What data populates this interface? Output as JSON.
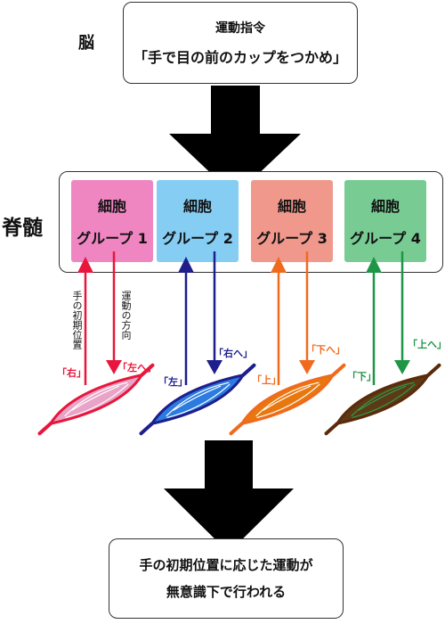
{
  "labels": {
    "brain": "脳",
    "spinal_cord": "脊髄"
  },
  "brain_box": {
    "line1": "運動指令",
    "line2": "「手で目の前のカップをつかめ」"
  },
  "groups": [
    {
      "line1": "細胞",
      "line2": "グループ 1",
      "color": "#ef86c2"
    },
    {
      "line1": "細胞",
      "line2": "グループ 2",
      "color": "#86cdf4"
    },
    {
      "line1": "細胞",
      "line2": "グループ 3",
      "color": "#f0988c"
    },
    {
      "line1": "細胞",
      "line2": "グループ 4",
      "color": "#78cc93"
    }
  ],
  "axis_notes": {
    "initial_position": "手の初期位置",
    "movement_direction": "運動の方向"
  },
  "muscle_labels": [
    {
      "input": "「右」",
      "output": "「左へ」",
      "color": "#e8163c",
      "muscle": "#e9a3c6"
    },
    {
      "input": "「左」",
      "output": "「右へ」",
      "color": "#1e1e8c",
      "muscle": "#2b7be0"
    },
    {
      "input": "「上」",
      "output": "「下へ」",
      "color": "#f06a1e",
      "muscle": "#e8780e"
    },
    {
      "input": "「下」",
      "output": "「上へ」",
      "color": "#1e9646",
      "muscle": "#5c3a16"
    }
  ],
  "bottom_box": {
    "line1": "手の初期位置に応じた運動が",
    "line2": "無意識下で行われる"
  }
}
